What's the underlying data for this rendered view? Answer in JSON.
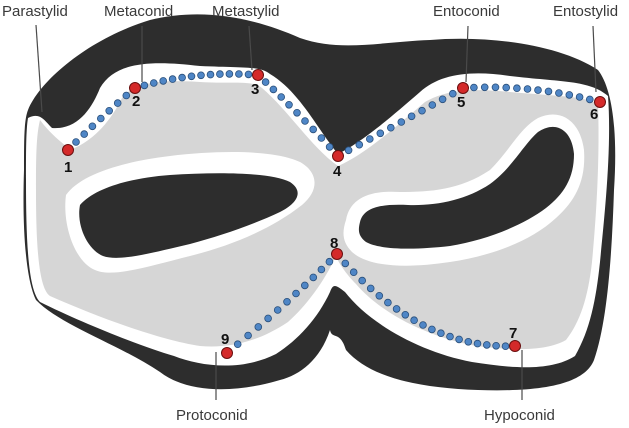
{
  "colors": {
    "enamel_dark": "#2d2d2d",
    "dentine_light": "#d6d6d6",
    "white_layer": "#ffffff",
    "cusp_red": "#d42a2a",
    "dot_blue": "#4f86c6",
    "outline": "#3a3a3a"
  },
  "labels": {
    "parastylid": "Parastylid",
    "metaconid": "Metaconid",
    "metastylid": "Metastylid",
    "entoconid": "Entoconid",
    "entostylid": "Entostylid",
    "protoconid": "Protoconid",
    "hypoconid": "Hypoconid"
  },
  "landmarks": [
    {
      "id": "1",
      "number": "1"
    },
    {
      "id": "2",
      "number": "2"
    },
    {
      "id": "3",
      "number": "3"
    },
    {
      "id": "4",
      "number": "4"
    },
    {
      "id": "5",
      "number": "5"
    },
    {
      "id": "6",
      "number": "6"
    },
    {
      "id": "7",
      "number": "7"
    },
    {
      "id": "8",
      "number": "8"
    },
    {
      "id": "9",
      "number": "9"
    }
  ]
}
